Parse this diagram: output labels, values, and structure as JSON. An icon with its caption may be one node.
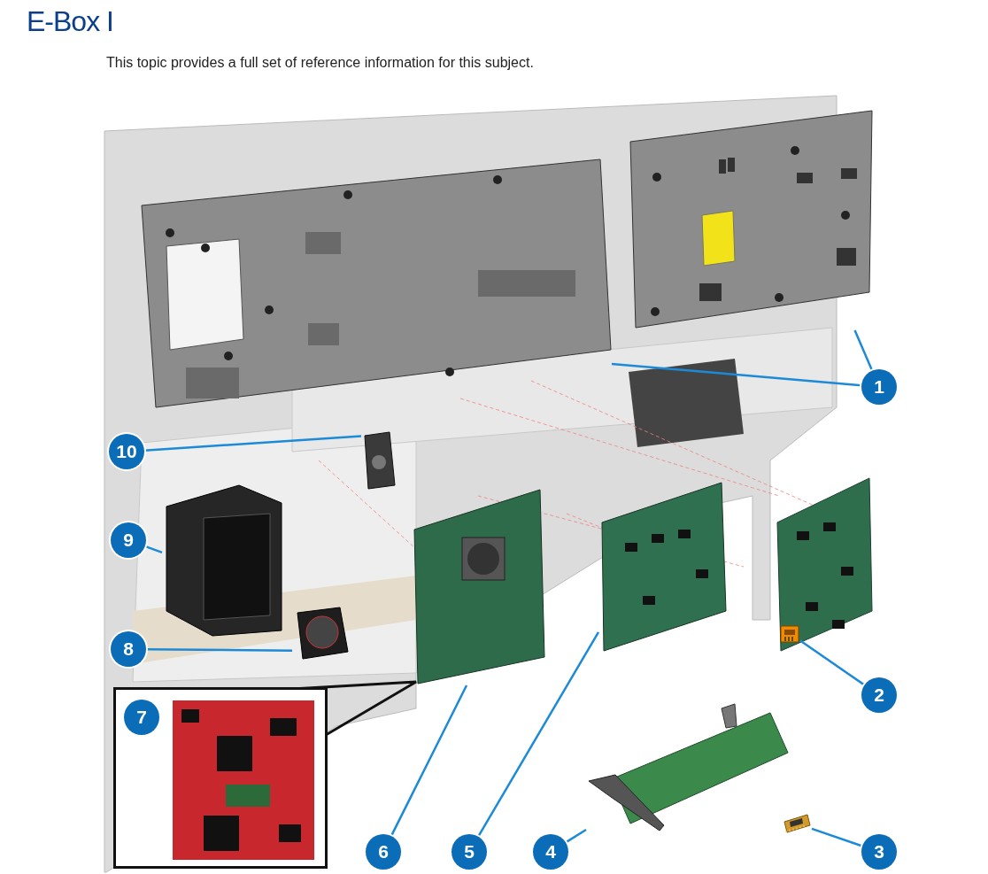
{
  "diagram": {
    "title": "E-Box I",
    "nodes": [
      {
        "text": [],
        "shape": "picture"
      },
      {
        "text": [],
        "shape": "picture"
      },
      {
        "text": [],
        "shape": "picture"
      },
      {
        "text": [],
        "shape": "picture"
      },
      {
        "text": [],
        "shape": "picture"
      },
      {
        "text": [],
        "shape": "box"
      },
      {
        "text": [
          "7"
        ],
        "in": 5
      },
      {
        "text": [],
        "shape": "picture",
        "in": 5
      },
      {
        "text": [],
        "shape": "picture"
      },
      {
        "text": [],
        "shape": "picture"
      },
      {
        "text": [],
        "shape": "picture"
      },
      {
        "text": [],
        "shape": "picture"
      },
      {
        "text": [],
        "shape": "picture"
      },
      {
        "text": [
          "1"
        ]
      },
      {
        "text": [
          "2"
        ]
      },
      {
        "text": [
          "3"
        ]
      },
      {
        "text": [
          "4"
        ]
      },
      {
        "text": [
          "5"
        ]
      },
      {
        "text": [
          "6"
        ]
      },
      {
        "text": [
          "8"
        ]
      },
      {
        "text": [
          "9"
        ]
      },
      {
        "text": [
          "10"
        ]
      }
    ],
    "edges": [
      {
        "from": 13,
        "to": 0,
        "arrow": "none"
      },
      {
        "from": 13,
        "to": 1,
        "arrow": "none"
      },
      {
        "from": 14,
        "to": 10,
        "arrow": "none"
      },
      {
        "from": 15,
        "to": 12,
        "arrow": "none"
      },
      {
        "from": 16,
        "to": 11,
        "arrow": "none"
      },
      {
        "from": 17,
        "to": 9,
        "arrow": "none"
      },
      {
        "from": 18,
        "to": 8,
        "arrow": "none"
      },
      {
        "from": 19,
        "to": 4,
        "arrow": "none"
      },
      {
        "from": 20,
        "to": 3,
        "arrow": "none"
      },
      {
        "from": 21,
        "to": 2,
        "arrow": "none"
      }
    ],
    "labels": [
      "This topic provides a full set of reference information for this subject."
    ]
  }
}
